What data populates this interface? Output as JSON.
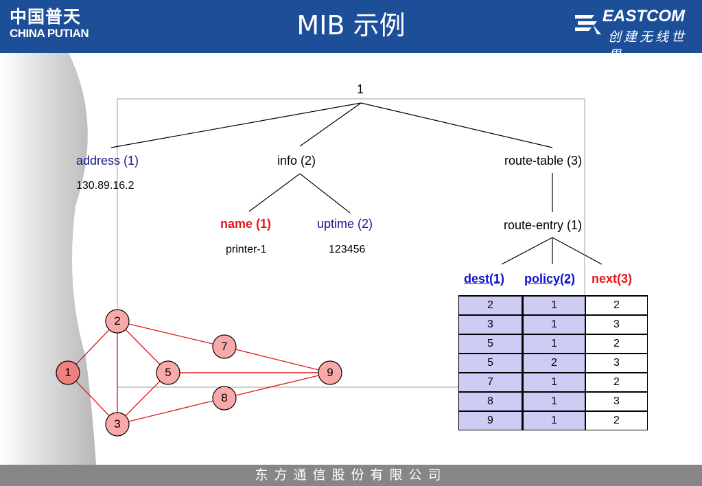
{
  "header": {
    "logo_cn": "中国普天",
    "logo_en": "CHINA PUTIAN",
    "title": "MIB 示例",
    "brand": "EASTCOM",
    "slogan": "创建无线世界"
  },
  "tree": {
    "root": "1",
    "address": "address (1)",
    "address_value": "130.89.16.2",
    "info": "info (2)",
    "name": "name (1)",
    "name_value": "printer-1",
    "uptime": "uptime (2)",
    "uptime_value": "123456",
    "route_table": "route-table (3)",
    "route_entry": "route-entry (1)"
  },
  "route_table": {
    "columns": [
      "dest(1)",
      "policy(2)",
      "next(3)"
    ],
    "rows": [
      [
        "2",
        "1",
        "2"
      ],
      [
        "3",
        "1",
        "3"
      ],
      [
        "5",
        "1",
        "2"
      ],
      [
        "5",
        "2",
        "3"
      ],
      [
        "7",
        "1",
        "2"
      ],
      [
        "8",
        "1",
        "3"
      ],
      [
        "9",
        "1",
        "2"
      ]
    ]
  },
  "network": {
    "nodes": [
      "1",
      "2",
      "3",
      "5",
      "7",
      "8",
      "9"
    ],
    "node_fill": "#f9a9a9",
    "link_color": "#e02020"
  },
  "footer": {
    "company": "东方通信股份有限公司"
  },
  "colors": {
    "header_bg": "#1d4f98",
    "footer_bg": "#868686",
    "table_fill": "#ccccf5"
  }
}
